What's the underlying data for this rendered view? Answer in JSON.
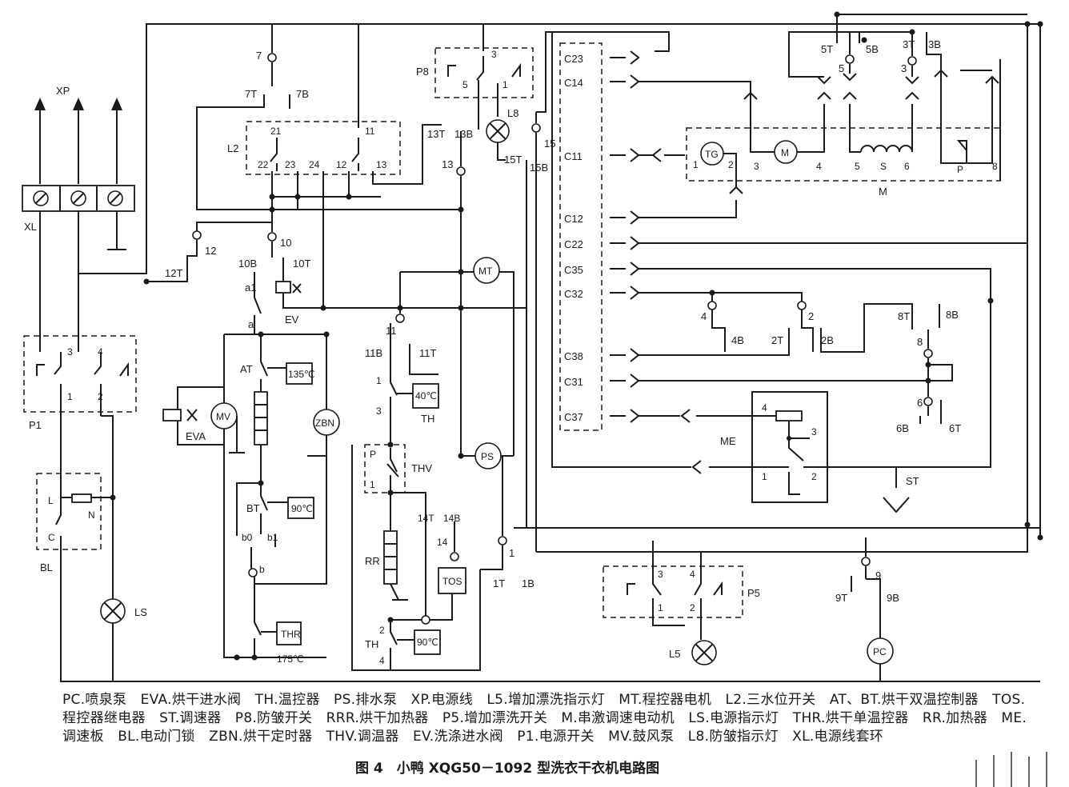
{
  "labels": {
    "xp": "XP",
    "xl": "XL",
    "p1": "P1",
    "p1_3": "3",
    "p1_4": "4",
    "p1_1": "1",
    "p1_2": "2",
    "bl": "BL",
    "bl_l": "L",
    "bl_n": "N",
    "bl_c": "C",
    "ls": "LS",
    "t7": "7",
    "t7T": "7T",
    "t7B": "7B",
    "l2": "L2",
    "l2_21": "21",
    "l2_22": "22",
    "l2_23": "23",
    "l2_24": "24",
    "l2_11": "11",
    "l2_12": "12",
    "l2_13": "13",
    "t12": "12",
    "t12T": "12T",
    "t10": "10",
    "t10B": "10B",
    "t10T": "10T",
    "a1": "a1",
    "a": "a",
    "ev": "EV",
    "eva": "EVA",
    "mv": "MV",
    "at": "AT",
    "at_temp": "135℃",
    "zbn": "ZBN",
    "bt": "BT",
    "bt_temp": "90℃",
    "b0": "b0",
    "b1": "b1",
    "b": "b",
    "thr": "THR",
    "thr_temp": "175℃",
    "p8": "P8",
    "p8_3": "3",
    "p8_5": "5",
    "p8_1": "1",
    "l8": "L8",
    "t13T": "13T",
    "t13B": "13B",
    "t13": "13",
    "t15T": "15T",
    "t15": "15",
    "t15B": "15B",
    "mt": "MT",
    "t11": "11",
    "t11B": "11B",
    "t11T": "11T",
    "th1_1": "1",
    "th1_3": "3",
    "th_temp1": "40℃",
    "th": "TH",
    "thv": "THV",
    "thv_p": "P",
    "thv_1": "1",
    "rr": "RR",
    "t14T": "14T",
    "t14B": "14B",
    "t14": "14",
    "tos": "TOS",
    "ps": "PS",
    "t1": "1",
    "t1T": "1T",
    "t1B": "1B",
    "th2": "TH",
    "th2_2": "2",
    "th2_4": "4",
    "th_temp2": "90℃",
    "c23": "C23",
    "c14": "C14",
    "c11": "C11",
    "c12": "C12",
    "c22": "C22",
    "c35": "C35",
    "c32": "C32",
    "c38": "C38",
    "c31": "C31",
    "c37": "C37",
    "t5T": "5T",
    "t5B": "5B",
    "t3T": "3T",
    "t3B": "3B",
    "t5": "5",
    "t3": "3",
    "tg": "TG",
    "m_1": "1",
    "m_2": "2",
    "m_3": "3",
    "m_4": "4",
    "m_5": "5",
    "m_6": "6",
    "m_8": "8",
    "m_s": "S",
    "m_p": "P",
    "m_mot": "M",
    "m": "M",
    "t4": "4",
    "t4B": "4B",
    "t2": "2",
    "t2T": "2T",
    "t2B": "2B",
    "t8T": "8T",
    "t8B": "8B",
    "t8": "8",
    "t6": "6",
    "t6B": "6B",
    "t6T": "6T",
    "me": "ME",
    "me_4": "4",
    "me_3": "3",
    "me_1": "1",
    "me_2": "2",
    "st": "ST",
    "p5": "P5",
    "p5_3": "3",
    "p5_4": "4",
    "p5_1": "1",
    "p5_2": "2",
    "l5": "L5",
    "t9": "9",
    "t9T": "9T",
    "t9B": "9B",
    "pc": "PC"
  },
  "legend": "PC.喷泉泵　EVA.烘干进水阀　TH.温控器　PS.排水泵　XP.电源线　L5.增加漂洗指示灯　MT.程控器电机　L2.三水位开关　AT、BT.烘干双温控制器　TOS.程控器继电器　ST.调速器　P8.防皱开关　RRR.烘干加热器　P5.增加漂洗开关　M.串激调速电动机　LS.电源指示灯　THR.烘干单温控器　RR.加热器　ME.调速板　BL.电动门锁　ZBN.烘干定时器　THV.调温器　EV.洗涤进水阀　P1.电源开关　MV.鼓风泵　L8.防皱指示灯　XL.电源线套环",
  "caption": "图 4　小鸭 XQG50－1092 型洗衣干衣机电路图"
}
